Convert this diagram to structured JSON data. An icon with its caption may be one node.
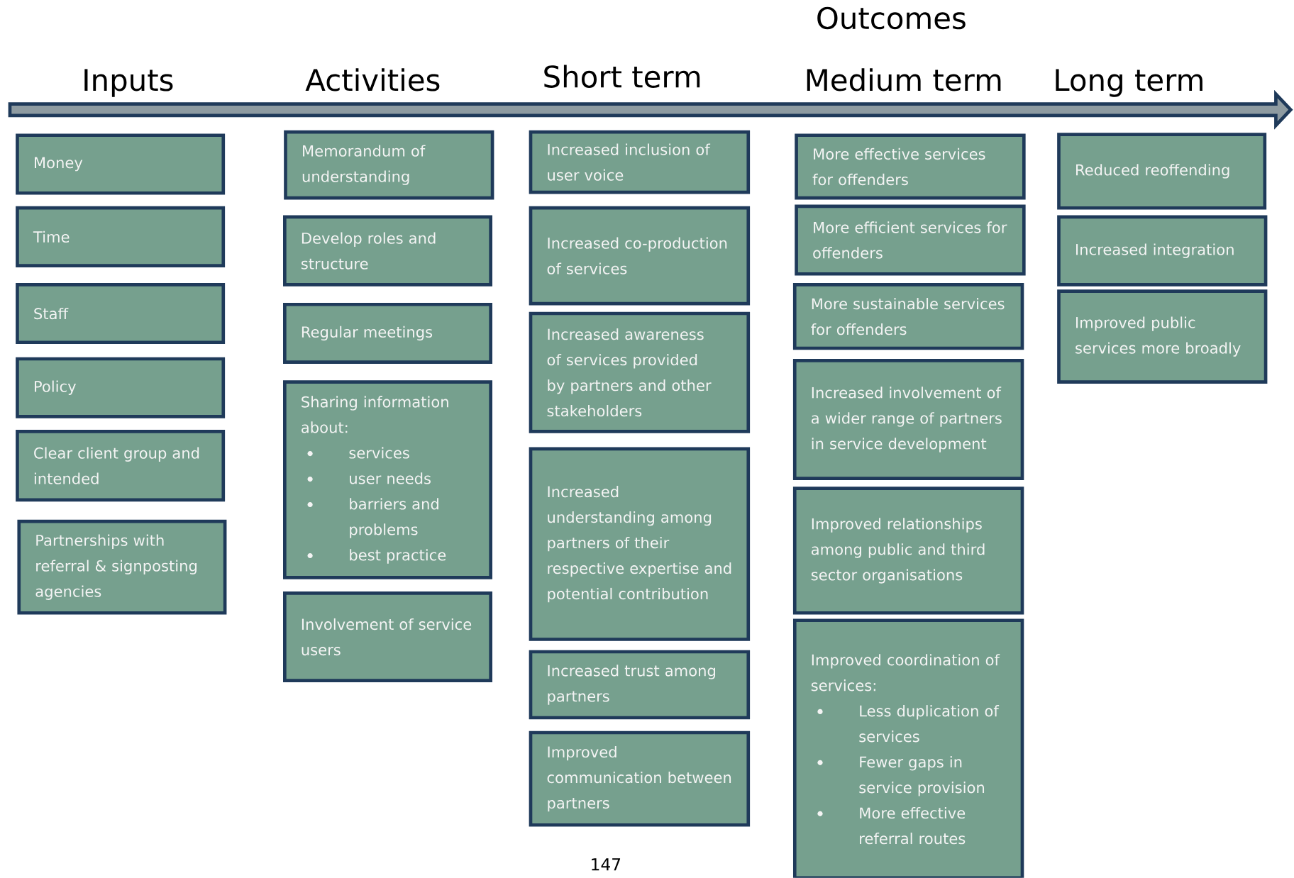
{
  "diagram": {
    "nodes": [
      {
        "text": [
          "Money"
        ]
      },
      {
        "text": [
          "Time"
        ]
      },
      {
        "text": [
          "Staff"
        ]
      },
      {
        "text": [
          "Policy"
        ]
      },
      {
        "text": [
          "Clear client group and intended"
        ]
      },
      {
        "text": [
          "Partnerships with referral & signposting agencies"
        ]
      },
      {
        "text": [
          "Memorandum of understanding"
        ]
      },
      {
        "text": [
          "Develop roles and structure"
        ]
      },
      {
        "text": [
          "Regular meetings"
        ]
      },
      {
        "text": [
          "Sharing information about:",
          "services",
          "user needs",
          "barriers and problems",
          "best practice"
        ]
      },
      {
        "text": [
          "Involvement of service users"
        ]
      },
      {
        "text": [
          "Increased inclusion of user voice"
        ]
      },
      {
        "text": [
          "Increased co-production of services"
        ]
      },
      {
        "text": [
          "Increased awareness of services provided by partners and other stakeholders"
        ]
      },
      {
        "text": [
          "Increased understanding among partners of their respective expertise and potential contribution"
        ]
      },
      {
        "text": [
          "Increased trust among partners"
        ]
      },
      {
        "text": [
          "Improved communication between partners"
        ]
      },
      {
        "text": [
          "More effective services for offenders"
        ]
      },
      {
        "text": [
          "More efficient services for offenders"
        ]
      },
      {
        "text": [
          "More sustainable services for offenders"
        ]
      },
      {
        "text": [
          "Increased involvement of a wider range of partners in service development"
        ]
      },
      {
        "text": [
          "Improved relationships among public and third sector organisations"
        ]
      },
      {
        "text": [
          "Improved coordination of services:",
          "Less duplication of services",
          "Fewer gaps in service provision",
          "More effective referral routes"
        ]
      },
      {
        "text": [
          "Reduced reoffending"
        ]
      },
      {
        "text": [
          "Increased integration"
        ]
      },
      {
        "text": [
          "Improved public services more broadly"
        ]
      }
    ],
    "labels": [
      "Outcomes",
      "Inputs",
      "Activities",
      "Short term",
      "Medium term",
      "Long term",
      "147"
    ]
  }
}
